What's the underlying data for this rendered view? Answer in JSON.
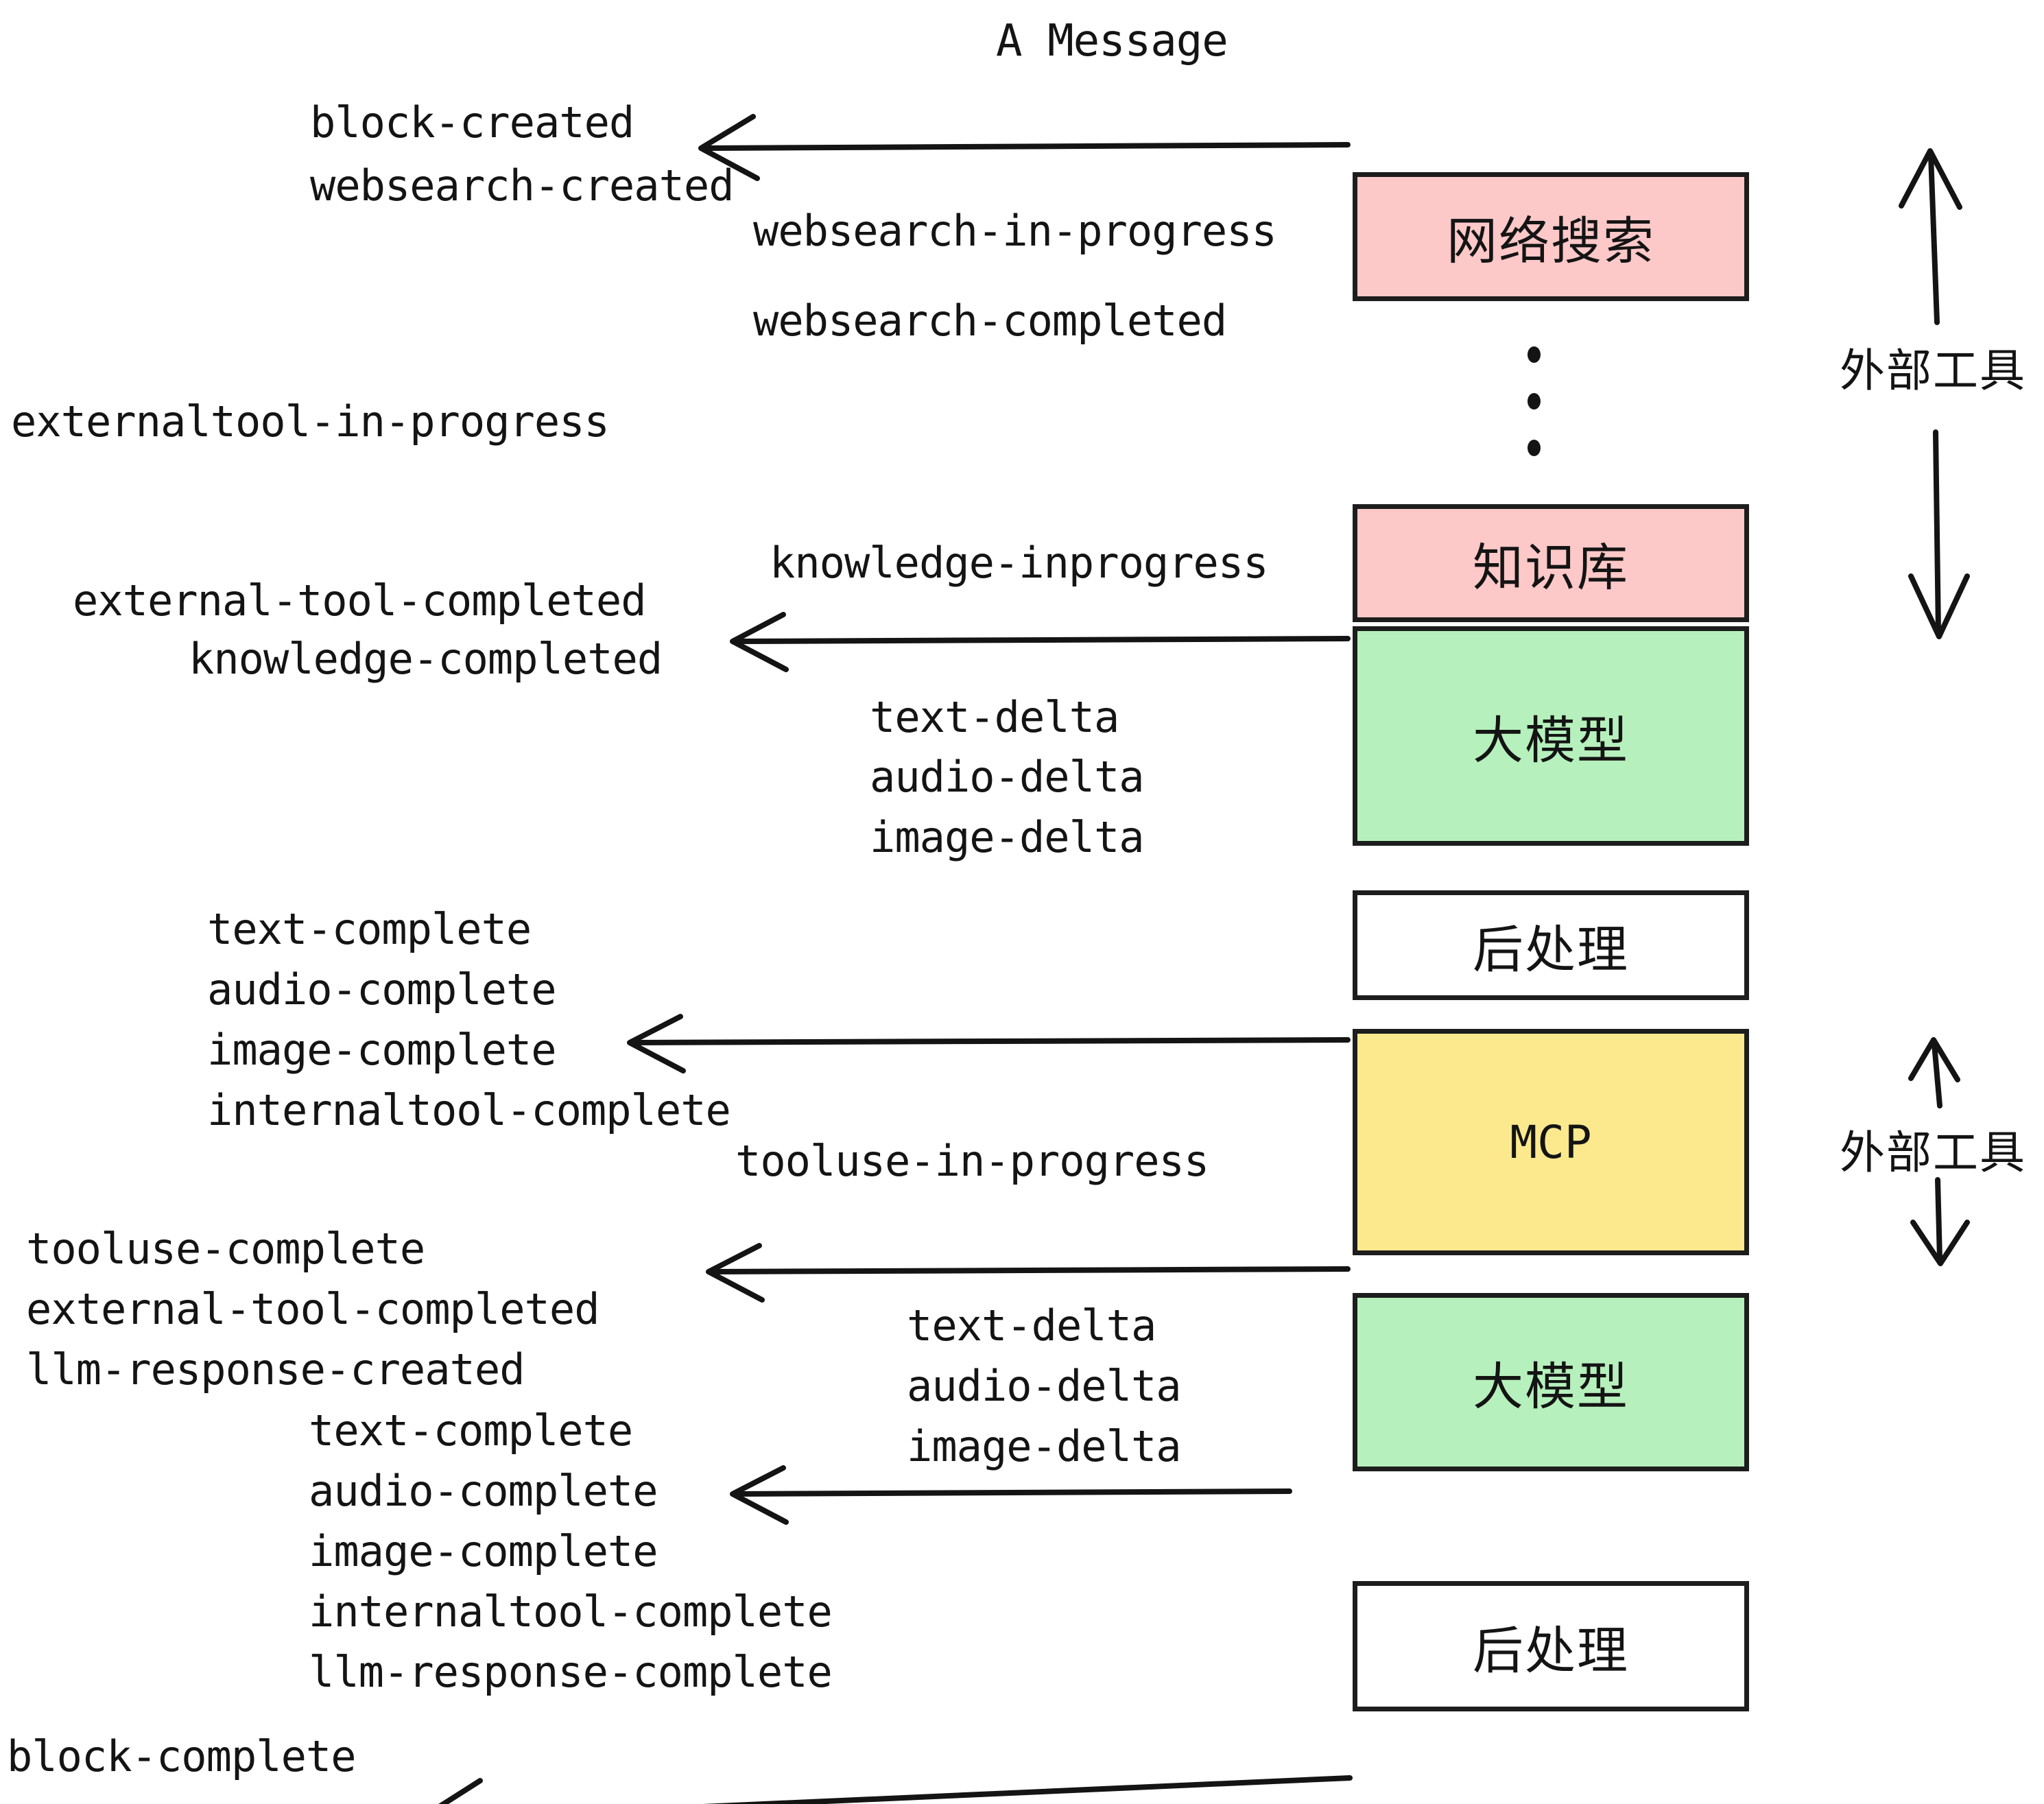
{
  "diagram": {
    "title": "A Message",
    "type": "sequence-flow",
    "colors": {
      "pink": "#FCC8C8",
      "green": "#B6F0BC",
      "yellow": "#FCE98E",
      "white": "#FFFFFF",
      "stroke": "#1D1D1D",
      "background": "#FFFFFF"
    },
    "nodes": [
      {
        "id": "websearch",
        "label": "网络搜索",
        "fill": "pink"
      },
      {
        "id": "knowledge",
        "label": "知识库",
        "fill": "pink"
      },
      {
        "id": "llm-1",
        "label": "大模型",
        "fill": "green"
      },
      {
        "id": "postproc-1",
        "label": "后处理",
        "fill": "white"
      },
      {
        "id": "mcp",
        "label": "MCP",
        "fill": "yellow"
      },
      {
        "id": "llm-2",
        "label": "大模型",
        "fill": "green"
      },
      {
        "id": "postproc-2",
        "label": "后处理",
        "fill": "white"
      }
    ],
    "side_labels": [
      {
        "id": "external-tools-top",
        "label": "外部工具"
      },
      {
        "id": "external-tools-bottom",
        "label": "外部工具"
      }
    ],
    "ellipsis": "⋮",
    "events": {
      "block_created": "block-created",
      "websearch_created": "websearch-created",
      "websearch_in_progress": "websearch-in-progress",
      "websearch_completed": "websearch-completed",
      "externaltool_in_progress": "externaltool-in-progress",
      "knowledge_inprogress": "knowledge-inprogress",
      "external_tool_completed_1": "external-tool-completed",
      "knowledge_completed": "knowledge-completed",
      "text_delta_1": "text-delta",
      "audio_delta_1": "audio-delta",
      "image_delta_1": "image-delta",
      "text_complete_1": "text-complete",
      "audio_complete_1": "audio-complete",
      "image_complete_1": "image-complete",
      "internaltool_complete_1": "internaltool-complete",
      "tooluse_in_progress": "tooluse-in-progress",
      "tooluse_complete": "tooluse-complete",
      "external_tool_completed_2": "external-tool-completed",
      "llm_response_created": "llm-response-created",
      "text_delta_2": "text-delta",
      "audio_delta_2": "audio-delta",
      "image_delta_2": "image-delta",
      "text_complete_2": "text-complete",
      "audio_complete_2": "audio-complete",
      "image_complete_2": "image-complete",
      "internaltool_complete_2": "internaltool-complete",
      "llm_response_complete": "llm-response-complete",
      "block_complete": "block-complete"
    }
  }
}
